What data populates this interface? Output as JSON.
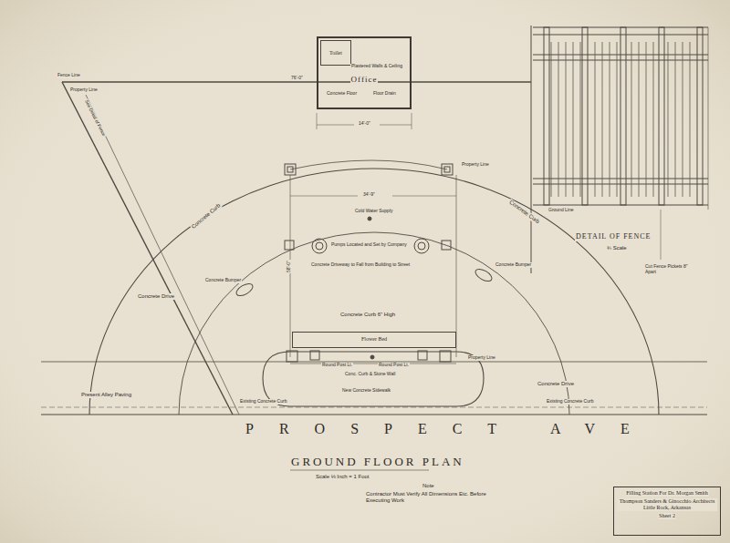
{
  "diagram": {
    "title": "GROUND FLOOR PLAN",
    "nodes": [
      {
        "text": [
          "Office"
        ]
      },
      {
        "text": [
          "Toilet"
        ],
        "in": 0
      },
      {
        "text": [
          "Flower Bed"
        ]
      },
      {
        "text": [
          "Filling Station For Dr. Morgan Smith",
          "Thompson Sanders & Ginocchio Architects Little Rock, Arkansas",
          "Sheet 2"
        ]
      }
    ],
    "labels": [
      "Scale ⅛ Inch = 1 Foot",
      "PROSPECT AVE",
      "Note",
      "Contractor Must Verify All Dimensions Etc. Before Executing Work",
      "DETAIL OF FENCE",
      "¾ Scale",
      "Plastered Walls & Ceiling",
      "Concrete Floor",
      "Floor Drain",
      "Cold Water Supply",
      "Pumps Located and Set by Company",
      "Concrete Driveway to Fall from Building to Street",
      "Concrete Bumper",
      "Concrete Bumper",
      "Concrete Curb",
      "Concrete Curb",
      "Concrete Drive",
      "Concrete Drive",
      "Concrete Curb 6\" High",
      "Round Post Lt.",
      "Round Post Lt.",
      "Conc. Curb & Stone Wall",
      "New Concrete Sidewalk",
      "Existing Concrete Curb",
      "Existing Concrete Curb",
      "Present Alley Paving",
      "Property Line",
      "Property Line",
      "Property Line",
      "Fence Line",
      "See Detail of Fence",
      "Cut Fence Pickets 8\" Apart",
      "Ground Line",
      "76'-0\"",
      "34'-9\"",
      "14'-0\"",
      "58'-0\""
    ]
  }
}
